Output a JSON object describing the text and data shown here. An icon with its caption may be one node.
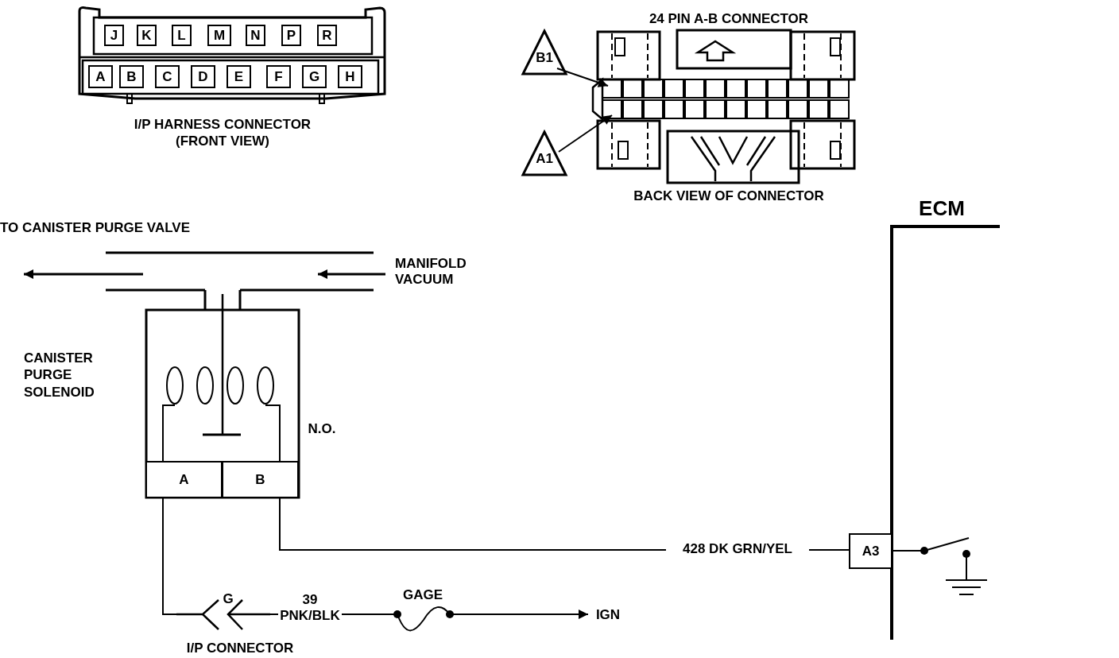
{
  "diagram": {
    "nodes": [
      {
        "text": [
          "I/P HARNESS CONNECTOR (FRONT VIEW)"
        ]
      },
      {
        "text": [
          "J"
        ],
        "in": 0
      },
      {
        "text": [
          "K"
        ],
        "in": 0
      },
      {
        "text": [
          "L"
        ],
        "in": 0
      },
      {
        "text": [
          "M"
        ],
        "in": 0
      },
      {
        "text": [
          "N"
        ],
        "in": 0
      },
      {
        "text": [
          "P"
        ],
        "in": 0
      },
      {
        "text": [
          "R"
        ],
        "in": 0
      },
      {
        "text": [
          "A"
        ],
        "in": 0
      },
      {
        "text": [
          "B"
        ],
        "in": 0
      },
      {
        "text": [
          "C"
        ],
        "in": 0
      },
      {
        "text": [
          "D"
        ],
        "in": 0
      },
      {
        "text": [
          "E"
        ],
        "in": 0
      },
      {
        "text": [
          "F"
        ],
        "in": 0
      },
      {
        "text": [
          "G"
        ],
        "in": 0
      },
      {
        "text": [
          "H"
        ],
        "in": 0
      },
      {
        "text": [
          "24 PIN A-B CONNECTOR",
          "BACK VIEW OF CONNECTOR"
        ]
      },
      {
        "text": [
          "B1"
        ]
      },
      {
        "text": [
          "A1"
        ]
      },
      {
        "text": [
          "CANISTER PURGE SOLENOID"
        ],
        "beside": [
          "N.O."
        ]
      },
      {
        "text": [
          "A"
        ],
        "in": 19
      },
      {
        "text": [
          "B"
        ],
        "in": 19
      },
      {
        "text": [
          "G"
        ],
        "beside": [
          "I/P CONNECTOR"
        ]
      },
      {
        "text": [
          "GAGE"
        ]
      },
      {
        "text": [
          "IGN"
        ]
      },
      {
        "text": [
          "ECM"
        ]
      },
      {
        "text": [
          "A3"
        ]
      }
    ],
    "edges": [
      {
        "from": 17,
        "to": 16,
        "arrow": "to"
      },
      {
        "from": 18,
        "to": 16,
        "arrow": "to"
      },
      {
        "from": 21,
        "to": 26,
        "arrow": "none",
        "label": "428 DK GRN/YEL"
      },
      {
        "from": 20,
        "to": 22,
        "arrow": "none"
      },
      {
        "from": 22,
        "to": 23,
        "arrow": "none",
        "label": "39 PNK/BLK"
      },
      {
        "from": 23,
        "to": 24,
        "arrow": "to"
      }
    ],
    "labels": [
      "TO CANISTER PURGE VALVE",
      "MANIFOLD VACUUM"
    ]
  }
}
